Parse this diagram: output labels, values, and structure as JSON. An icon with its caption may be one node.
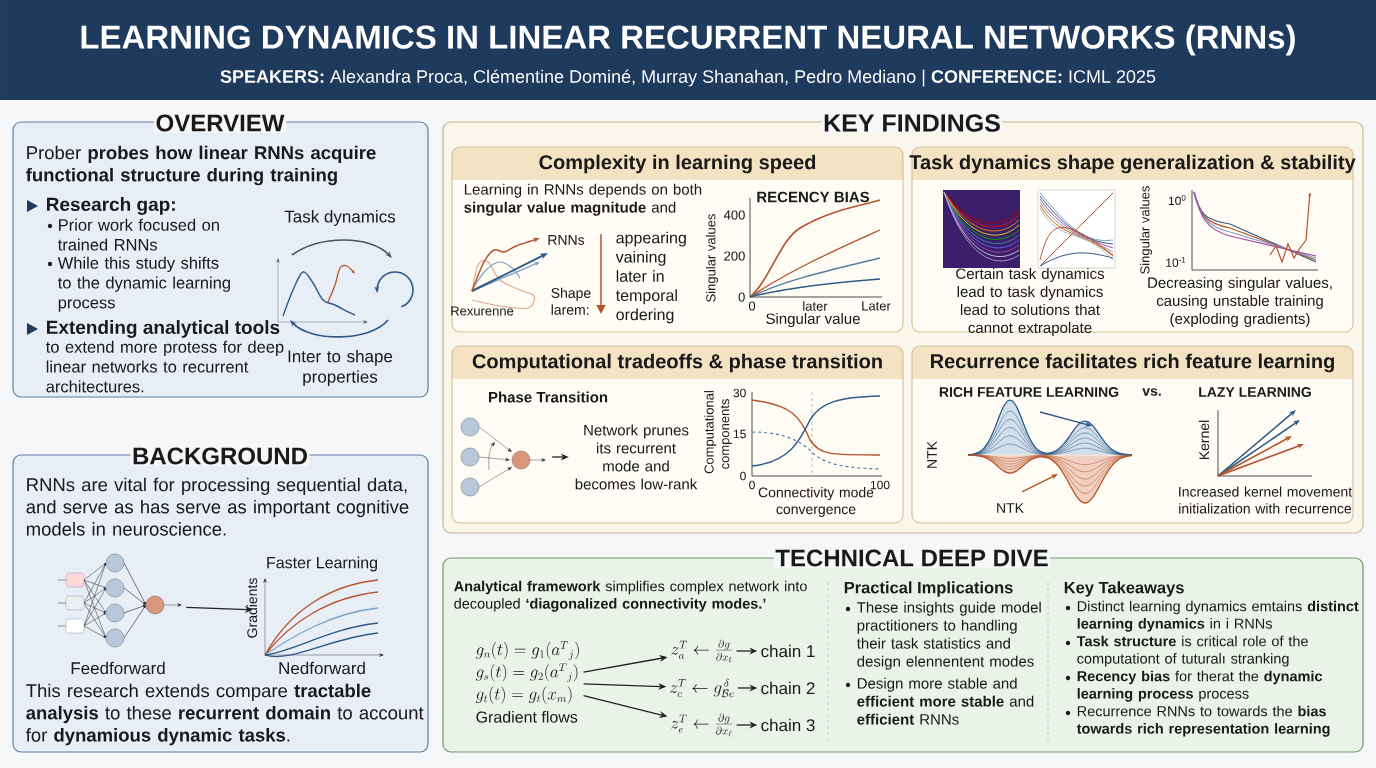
{
  "diagram": {
    "title": "LEARNING DYNAMICS IN LINEAR RECURRENT NEURAL NETWORKS (RNNs)",
    "nodes": [
      {
        "text": [
          "OVERVIEW",
          "Prober **probes how linear RNNs acquire functional structure during training**",
          "Research gap:",
          "Prior work focused on trained RNNs",
          "While this study shifts to the dynamic learning process",
          "Extending analytical tools",
          "to extend more protess for deep linear networks to recurrent architectures."
        ]
      },
      {
        "text": [],
        "shape": "picture",
        "in": 0,
        "beside": [
          "Task dynamics",
          "Inter to shape properties"
        ]
      },
      {
        "text": [
          "BACKGROUND",
          "RNNs are vital for processing sequential data, and serve as has serve as important cognitive models in neuroscience.",
          "This research extends compare **tractable analysis** to these **recurrent domain** to account for **dynamious dynamic tasks**."
        ]
      },
      {
        "text": [],
        "shape": "picture",
        "in": 2,
        "beside": [
          "Feedforward"
        ]
      },
      {
        "text": [],
        "shape": "picture",
        "in": 2,
        "beside": [
          "Faster Learning",
          "Gradients",
          "Nedforward"
        ]
      },
      {
        "text": [
          "KEY FINDINGS"
        ]
      },
      {
        "text": [
          "Complexity in learning speed",
          "Learning in RNNs depends on both **singular value magnitude** and",
          "appearing vaining later in temporal ordering"
        ],
        "in": 5
      },
      {
        "text": [],
        "shape": "picture",
        "in": 6,
        "beside": [
          "RNNs",
          "Shape larem:",
          "Rexurenne"
        ]
      },
      {
        "text": [],
        "shape": "picture",
        "in": 6,
        "beside": [
          "RECENCY BIAS",
          "Singular values",
          "400",
          "200",
          "0",
          "0",
          "later",
          "Later",
          "Singular value"
        ]
      },
      {
        "text": [
          "Task dynamics shape generalization & stability",
          "Certain task dynamics lead to task dynamics lead to solutions that cannot extrapolate",
          "Decreasing singular values, causing unstable training (exploding gradients)"
        ],
        "in": 5
      },
      {
        "text": [],
        "shape": "picture",
        "in": 9
      },
      {
        "text": [],
        "shape": "picture",
        "in": 9
      },
      {
        "text": [],
        "shape": "picture",
        "in": 9,
        "beside": [
          "Singular values",
          "10$^{0}$",
          "10$^{-1}$"
        ]
      },
      {
        "text": [
          "Computational tradeoffs & phase transition",
          "Phase Transition"
        ],
        "in": 5
      },
      {
        "text": [],
        "shape": "picture",
        "in": 13
      },
      {
        "text": [
          "Network prunes its recurrent mode and becomes low-rank"
        ],
        "in": 13
      },
      {
        "text": [],
        "shape": "picture",
        "in": 13,
        "beside": [
          "Computational components",
          "30",
          "15",
          "0",
          "0",
          "100",
          "Connectivity mode convergence"
        ]
      },
      {
        "text": [
          "Recurrence facilitates rich feature learning",
          "RICH FEATURE LEARNING",
          "vs.",
          "LAZY LEARNING",
          "Increased kernel movement initialization with recurrence"
        ],
        "in": 5
      },
      {
        "text": [],
        "shape": "picture",
        "in": 17,
        "beside": [
          "NTK",
          "NTK"
        ]
      },
      {
        "text": [],
        "shape": "picture",
        "in": 17,
        "beside": [
          "Kernel"
        ]
      },
      {
        "text": [
          "TECHNICAL DEEP DIVE",
          "**Analytical framework** simplifies complex network into decoupled **‘diagonalized connectivity modes.’**",
          "Practical Implications",
          "These insights guide model practitioners to handling their task statistics and design elennentent modes",
          "Design more stable and **efficient more stable** and **efficient** RNNs",
          "Key Takeaways",
          "Distinct learning dynamics emtains **distinct learning dynamics** in i RNNs",
          "**Task structure** is critical role of the computationt of tuturalı stranking",
          "**Recency bias** for therat the **dynamic learning process** process",
          "Recurrence RNNs to towards the **bias towards rich representation learning**"
        ]
      },
      {
        "text": [
          "g_n(t) = g_1(a^T{}_j)",
          "g_s(t) = g_2(a^T{}_j)",
          "g_t(t) = g_t(x_m)",
          "Gradient flows"
        ],
        "in": 20
      },
      {
        "text": [
          "z_a^T \\leftarrow \\frac{\\partial g}{\\partial x_t}"
        ],
        "in": 20
      },
      {
        "text": [
          "z_c^T \\leftarrow g_{\\mathcal{B}e}^{\\,\\delta}"
        ],
        "in": 20
      },
      {
        "text": [
          "z_e^T \\leftarrow \\frac{\\partial g}{\\partial x_\\ell}"
        ],
        "in": 20
      },
      {
        "text": [
          "chain 1"
        ],
        "in": 20
      },
      {
        "text": [
          "chain 2"
        ],
        "in": 20
      },
      {
        "text": [
          "chain 3"
        ],
        "in": 20
      }
    ],
    "edges": [
      {
        "from": 3,
        "to": 4,
        "arrow": "to"
      },
      {
        "from": 14,
        "to": 15,
        "arrow": "to"
      },
      {
        "from": 21,
        "to": 22,
        "arrow": "to"
      },
      {
        "from": 21,
        "to": 23,
        "arrow": "to"
      },
      {
        "from": 21,
        "to": 24,
        "arrow": "to"
      },
      {
        "from": 22,
        "to": 25,
        "arrow": "to"
      },
      {
        "from": 23,
        "to": 26,
        "arrow": "to"
      },
      {
        "from": 24,
        "to": 27,
        "arrow": "to"
      }
    ],
    "labels": [
      "**SPEAKERS:** Alexandra Proca, Clémentine Dominé, Murray Shanahan, Pedro Mediano | **CONFERENCE:** ICML 2025"
    ]
  }
}
